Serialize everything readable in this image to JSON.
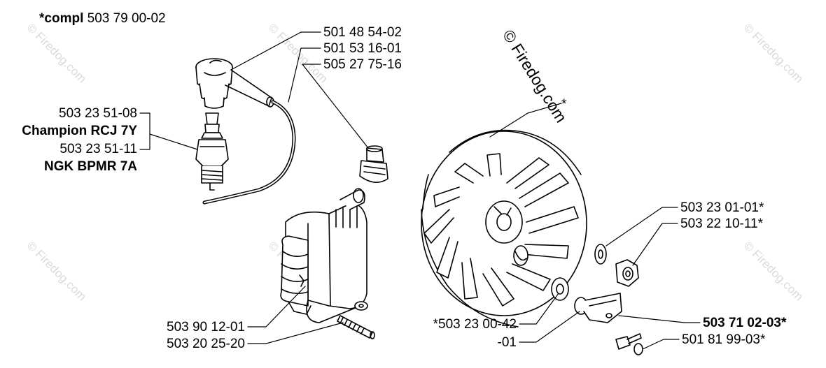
{
  "compl": {
    "prefix": "*compl",
    "number": "503 79 00-02"
  },
  "labels": {
    "cap": "501 48 54-02",
    "wire": "501 53 16-01",
    "nipple": "505 27 75-16",
    "plug1": "503 23 51-08",
    "champion": "Champion RCJ 7Y",
    "plug2": "503 23 51-11",
    "ngk": "NGK BPMR 7A",
    "flywheel": "*",
    "washer": "503 23 01-01*",
    "nut": "503 22 10-11*",
    "coil_screw": "503 90 12-01",
    "coil_bolt": "503 20 25-20",
    "starter_washer": "*503 23 00-42",
    "suffix01": "-01",
    "pawl": "503 71 02-03*",
    "pawl_screw": "501 81 99-03*"
  },
  "watermark": {
    "main": "© Firedog.com",
    "faint": "© Firedog.com"
  }
}
